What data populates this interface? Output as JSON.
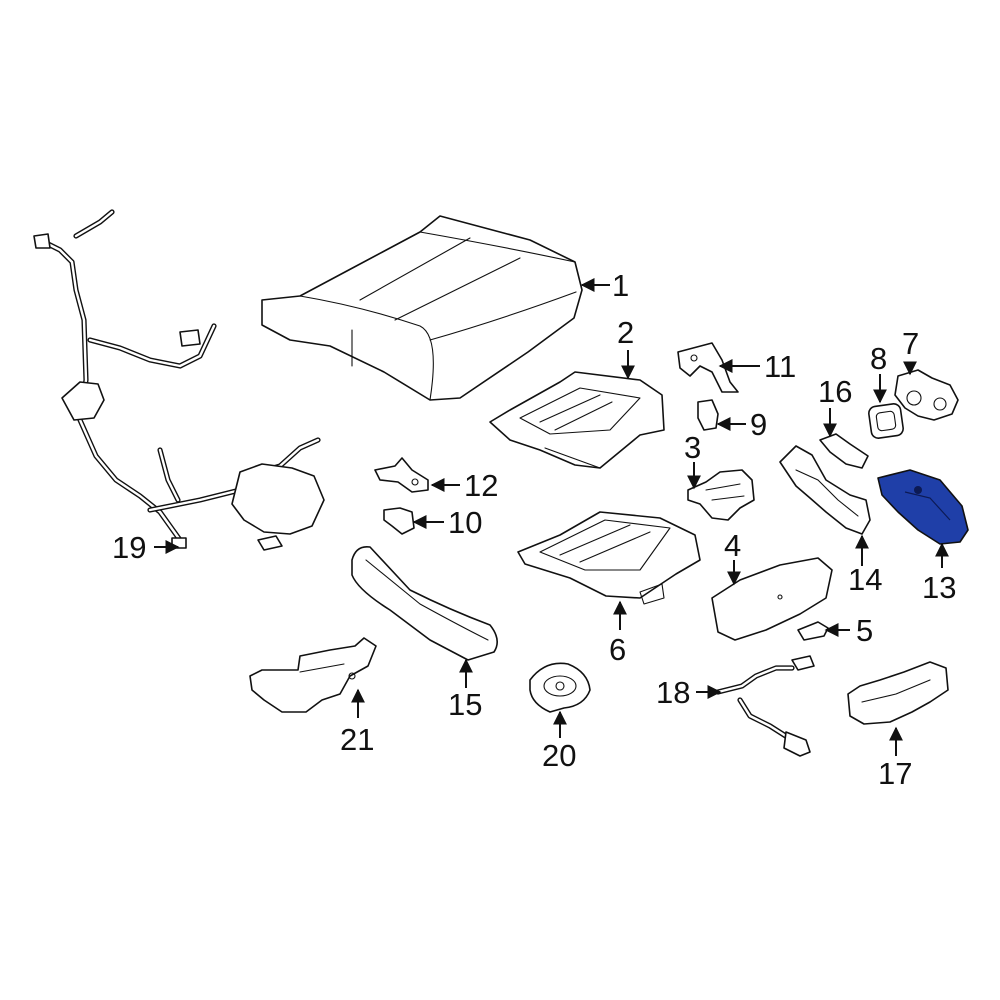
{
  "diagram": {
    "highlight_color": "#1f3fa8",
    "line_color": "#111111",
    "background": "#ffffff",
    "highlighted_part": "13",
    "callouts": [
      "1",
      "2",
      "3",
      "4",
      "5",
      "6",
      "7",
      "8",
      "9",
      "10",
      "11",
      "12",
      "13",
      "14",
      "15",
      "16",
      "17",
      "18",
      "19",
      "20",
      "21"
    ]
  }
}
